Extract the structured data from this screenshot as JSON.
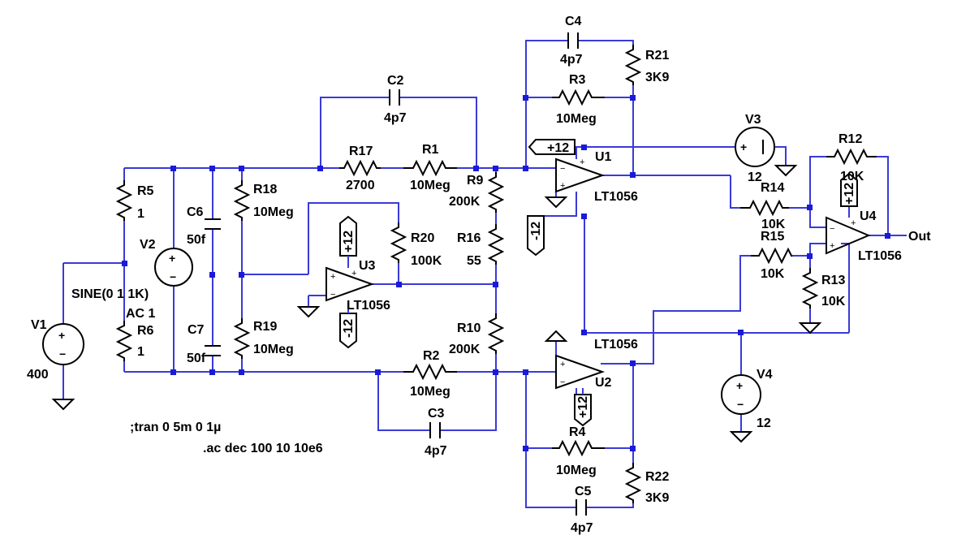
{
  "labels": {
    "C4": "C4",
    "C4_val": "4p7",
    "R21": "R21",
    "R21_val": "3K9",
    "R3": "R3",
    "R3_val": "10Meg",
    "C2": "C2",
    "C2_val": "4p7",
    "R17": "R17",
    "R17_val": "2700",
    "R1": "R1",
    "R1_val": "10Meg",
    "R9": "R9",
    "R9_val": "200K",
    "U1": "U1",
    "U1_model": "LT1056",
    "V3": "V3",
    "V3_val": "12",
    "R12": "R12",
    "R12_val": "10K",
    "R14": "R14",
    "R14_val": "10K",
    "U4": "U4",
    "U4_model": "LT1056",
    "out": "Out",
    "R15": "R15",
    "R15_val": "10K",
    "R13": "R13",
    "R13_val": "10K",
    "R5": "R5",
    "R5_val": "1",
    "C6": "C6",
    "C6_val": "50f",
    "R18": "R18",
    "R18_val": "10Meg",
    "V2": "V2",
    "R20": "R20",
    "R20_val": "100K",
    "R16": "R16",
    "R16_val": "55",
    "U3": "U3",
    "U3_model": "LT1056",
    "V1": "V1",
    "V1_val": "400",
    "V1_sine": "SINE(0 1 1K)",
    "V1_ac": "AC 1",
    "R6": "R6",
    "R6_val": "1",
    "C7": "C7",
    "C7_val": "50f",
    "R19": "R19",
    "R19_val": "10Meg",
    "R10": "R10",
    "R10_val": "200K",
    "U2": "U2",
    "U2_model": "LT1056",
    "R2": "R2",
    "R2_val": "10Meg",
    "C3": "C3",
    "C3_val": "4p7",
    "V4": "V4",
    "V4_val": "12",
    "R4": "R4",
    "R4_val": "10Meg",
    "R22": "R22",
    "R22_val": "3K9",
    "C5": "C5",
    "C5_val": "4p7",
    "tran": ";tran 0 5m 0 1µ",
    "ac": ".ac dec 100 10 10e6",
    "plus12": "+12",
    "minus12": "-12"
  }
}
